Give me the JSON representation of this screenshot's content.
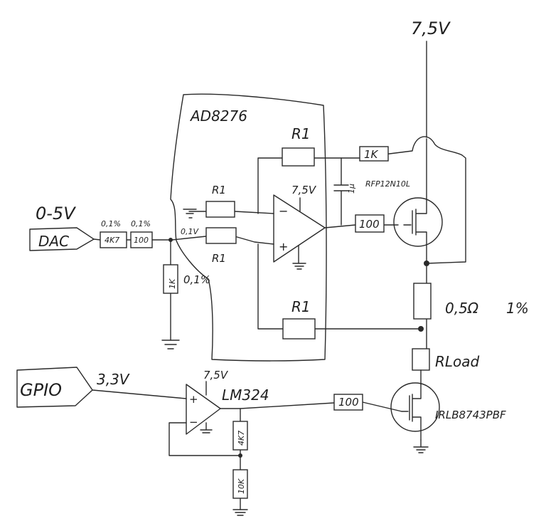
{
  "supply": {
    "top_voltage": "7,5V",
    "ina_supply": "7,5V",
    "lm_supply": "7,5V"
  },
  "dac": {
    "range": "0-5V",
    "label": "DAC",
    "r1_tol": "0,1%",
    "r1_value": "4K7",
    "r2_tol": "0,1%",
    "r2_value": "100",
    "shunt_value": "1K",
    "shunt_tol": "0,1%",
    "node_voltage": "0,1V"
  },
  "ina": {
    "label": "AD8276",
    "r_top": "R1",
    "r_inv": "R1",
    "r_noninv": "R1",
    "r_bottom": "R1",
    "minus": "−",
    "plus": "+"
  },
  "output_stage": {
    "feedback_r": "1K",
    "cap": "1µ",
    "gate_r": "100",
    "mosfet": "RFP12N10L"
  },
  "sense": {
    "value": "0,5Ω",
    "tol": "1%"
  },
  "load": {
    "label": "RLoad",
    "mosfet": "IRLB8743PBF",
    "gate_r": "100"
  },
  "gpio": {
    "label": "GPIO",
    "voltage": "3,3V",
    "comparator": "LM324",
    "r_top": "4K7",
    "r_bottom": "10K",
    "plus": "+",
    "minus": "−"
  }
}
